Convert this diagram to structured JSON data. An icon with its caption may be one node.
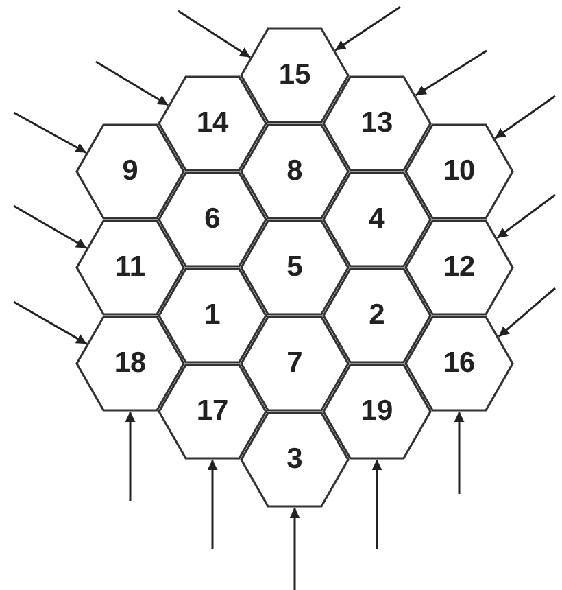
{
  "diagram": {
    "nodes": [
      {
        "text": [
          "15"
        ]
      },
      {
        "text": [
          "14"
        ]
      },
      {
        "text": [
          "13"
        ]
      },
      {
        "text": [
          "9"
        ]
      },
      {
        "text": [
          "8"
        ]
      },
      {
        "text": [
          "10"
        ]
      },
      {
        "text": [
          "6"
        ]
      },
      {
        "text": [
          "4"
        ]
      },
      {
        "text": [
          "11"
        ]
      },
      {
        "text": [
          "5"
        ]
      },
      {
        "text": [
          "12"
        ]
      },
      {
        "text": [
          "1"
        ]
      },
      {
        "text": [
          "2"
        ]
      },
      {
        "text": [
          "18"
        ]
      },
      {
        "text": [
          "7"
        ]
      },
      {
        "text": [
          "16"
        ]
      },
      {
        "text": [
          "17"
        ]
      },
      {
        "text": [
          "19"
        ]
      },
      {
        "text": [
          "3"
        ]
      }
    ],
    "edges": [
      {
        "from": null,
        "to": 0,
        "arrow": "to"
      },
      {
        "from": null,
        "to": 0,
        "arrow": "to"
      },
      {
        "from": null,
        "to": 1,
        "arrow": "to"
      },
      {
        "from": null,
        "to": 2,
        "arrow": "to"
      },
      {
        "from": null,
        "to": 3,
        "arrow": "to"
      },
      {
        "from": null,
        "to": 5,
        "arrow": "to"
      },
      {
        "from": null,
        "to": 8,
        "arrow": "to"
      },
      {
        "from": null,
        "to": 10,
        "arrow": "to"
      },
      {
        "from": null,
        "to": 13,
        "arrow": "to"
      },
      {
        "from": null,
        "to": 15,
        "arrow": "to"
      },
      {
        "from": null,
        "to": 13,
        "arrow": "to"
      },
      {
        "from": null,
        "to": 16,
        "arrow": "to"
      },
      {
        "from": null,
        "to": 18,
        "arrow": "to"
      },
      {
        "from": null,
        "to": 17,
        "arrow": "to"
      },
      {
        "from": null,
        "to": 15,
        "arrow": "to"
      }
    ]
  }
}
